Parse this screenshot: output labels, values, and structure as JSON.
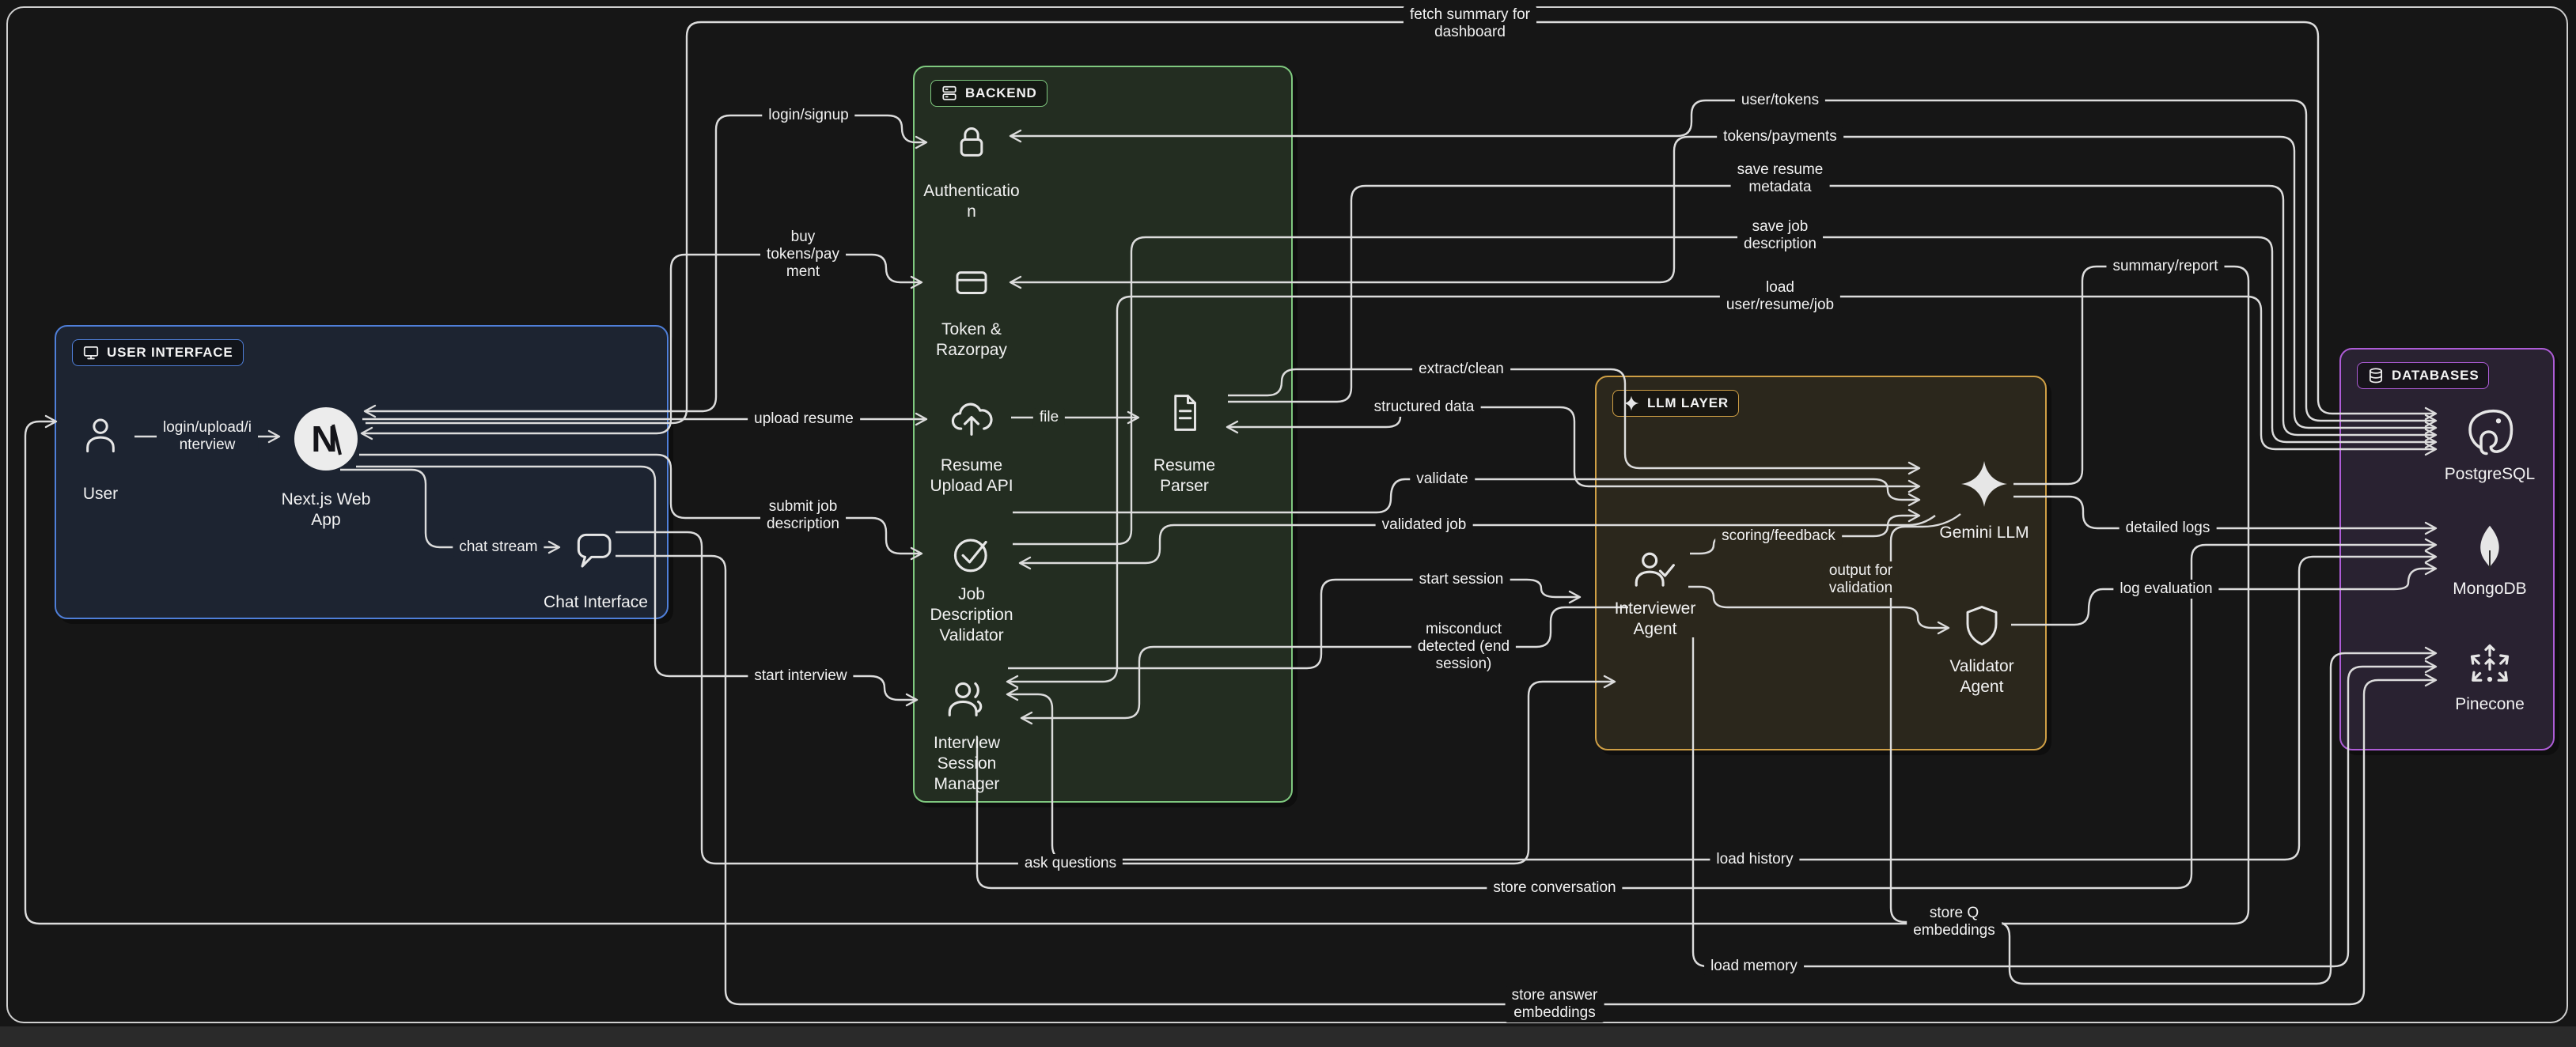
{
  "app": {
    "background": "#161616",
    "frame_border": "#cfcfcf",
    "wire_color": "#dcdcdc",
    "text_color": "#f2f2f2"
  },
  "groups": {
    "ui": {
      "title": "USER INTERFACE",
      "accent": "#4f7fd9",
      "fill": "#1d2431",
      "icon": "monitor-icon"
    },
    "backend": {
      "title": "BACKEND",
      "accent": "#7fc97f",
      "fill": "#232d21",
      "icon": "server-icon"
    },
    "llm": {
      "title": "LLM LAYER",
      "accent": "#cf9f45",
      "fill": "#2b271c",
      "icon": "sparkle-icon"
    },
    "db": {
      "title": "DATABASES",
      "accent": "#ad5cd6",
      "fill": "#292231",
      "icon": "database-icon"
    }
  },
  "nodes": {
    "user": {
      "label": "User",
      "icon": "person-icon"
    },
    "nextjs": {
      "label": "Next.js Web\nApp",
      "icon": "nextjs-icon"
    },
    "chat": {
      "label": "Chat Interface",
      "icon": "chat-bubble-icon"
    },
    "auth": {
      "label": "Authenticatio\nn",
      "icon": "lock-icon"
    },
    "token": {
      "label": "Token &\nRazorpay",
      "icon": "card-icon"
    },
    "resume_upload": {
      "label": "Resume\nUpload API",
      "icon": "cloud-upload-icon"
    },
    "resume_parser": {
      "label": "Resume\nParser",
      "icon": "document-icon"
    },
    "job_validator": {
      "label": "Job\nDescription\nValidator",
      "icon": "check-circle-icon"
    },
    "session_manager": {
      "label": "Interview\nSession\nManager",
      "icon": "person-voice-icon"
    },
    "interviewer": {
      "label": "Interviewer\nAgent",
      "icon": "person-check-icon"
    },
    "gemini": {
      "label": "Gemini LLM",
      "icon": "gemini-star-icon"
    },
    "validator": {
      "label": "Validator\nAgent",
      "icon": "shield-icon"
    },
    "postgres": {
      "label": "PostgreSQL",
      "icon": "postgresql-icon"
    },
    "mongo": {
      "label": "MongoDB",
      "icon": "mongodb-leaf-icon"
    },
    "pinecone": {
      "label": "Pinecone",
      "icon": "pinecone-icon"
    }
  },
  "edge_labels": {
    "login_upload": "login/upload/i\nnterview",
    "chat_stream": "chat stream",
    "login_signup": "login/signup",
    "buy_tokens": "buy\ntokens/pay\nment",
    "upload_resume": "upload resume",
    "submit_job": "submit job\ndescription",
    "start_interview": "start interview",
    "fetch_summary": "fetch summary for\ndashboard",
    "file": "file",
    "extract_clean": "extract/clean",
    "structured_data": "structured data",
    "validate": "validate",
    "validated_job": "validated job",
    "start_session": "start session",
    "misconduct": "misconduct\ndetected (end\nsession)",
    "scoring_feedback": "scoring/feedback",
    "output_validation": "output for\nvalidation",
    "user_tokens": "user/tokens",
    "tokens_payments": "tokens/payments",
    "save_resume_metadata": "save resume\nmetadata",
    "save_job_description": "save job\ndescription",
    "load_user_resume_job": "load\nuser/resume/job",
    "summary_report": "summary/report",
    "detailed_logs": "detailed logs",
    "log_evaluation": "log evaluation",
    "ask_questions": "ask questions",
    "load_history": "load history",
    "store_conversation": "store conversation",
    "store_q_embeddings": "store Q\nembeddings",
    "load_memory": "load memory",
    "store_answer_embeddings": "store answer\nembeddings"
  }
}
